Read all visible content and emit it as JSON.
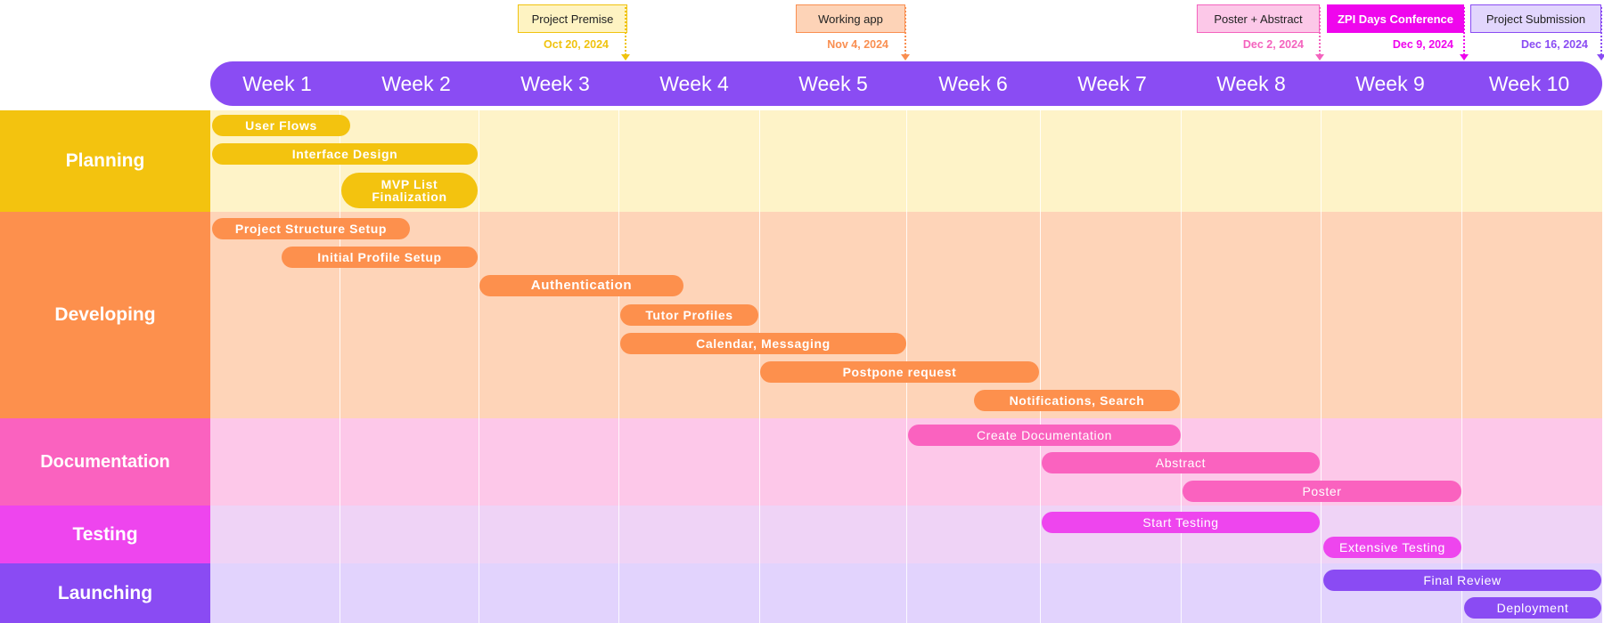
{
  "milestones": [
    {
      "label": "Project Premise",
      "date": "Oct 20, 2024",
      "color": "#f0c30f",
      "bg": "#fef3c2",
      "text": "#222222"
    },
    {
      "label": "Working app",
      "date": "Nov 4, 2024",
      "color": "#f98f51",
      "bg": "#fdd3b7",
      "text": "#222222"
    },
    {
      "label": "Poster + Abstract",
      "date": "Dec 2, 2024",
      "color": "#f463be",
      "bg": "#fcc8e8",
      "text": "#222222"
    },
    {
      "label": "ZPI Days Conference",
      "date": "Dec 9, 2024",
      "color": "#ef06ed",
      "bg": "#ef06ed",
      "text": "#ffffff"
    },
    {
      "label": "Project Submission",
      "date": "Dec 16, 2024",
      "color": "#8a4cf3",
      "bg": "#e2d6fd",
      "text": "#222222"
    }
  ],
  "weeks": [
    "Week 1",
    "Week 2",
    "Week 3",
    "Week 4",
    "Week 5",
    "Week 6",
    "Week 7",
    "Week 8",
    "Week 9",
    "Week 10"
  ],
  "phases": [
    {
      "name": "Planning",
      "color": "#f3c30f",
      "bg": "#fef3c8",
      "tasks": [
        {
          "label": "User Flows"
        },
        {
          "label": "Interface Design"
        },
        {
          "label": "MVP List Finalization"
        }
      ]
    },
    {
      "name": "Developing",
      "color": "#fd904d",
      "bg": "#fed4b8",
      "tasks": [
        {
          "label": "Project Structure Setup"
        },
        {
          "label": "Initial Profile Setup"
        },
        {
          "label": "Authentication"
        },
        {
          "label": "Tutor Profiles"
        },
        {
          "label": "Calendar, Messaging"
        },
        {
          "label": "Postpone request"
        },
        {
          "label": "Notifications, Search"
        }
      ]
    },
    {
      "name": "Documentation",
      "color": "#fa62bf",
      "bg": "#fdc8e9",
      "tasks": [
        {
          "label": "Create Documentation"
        },
        {
          "label": "Abstract"
        },
        {
          "label": "Poster"
        }
      ]
    },
    {
      "name": "Testing",
      "color": "#ee45ee",
      "bg": "#efd3f6",
      "tasks": [
        {
          "label": "Start Testing"
        },
        {
          "label": "Extensive Testing"
        }
      ]
    },
    {
      "name": "Launching",
      "color": "#8a4bf3",
      "bg": "#e2d3fd",
      "tasks": [
        {
          "label": "Final Review"
        },
        {
          "label": "Deployment"
        }
      ]
    }
  ]
}
